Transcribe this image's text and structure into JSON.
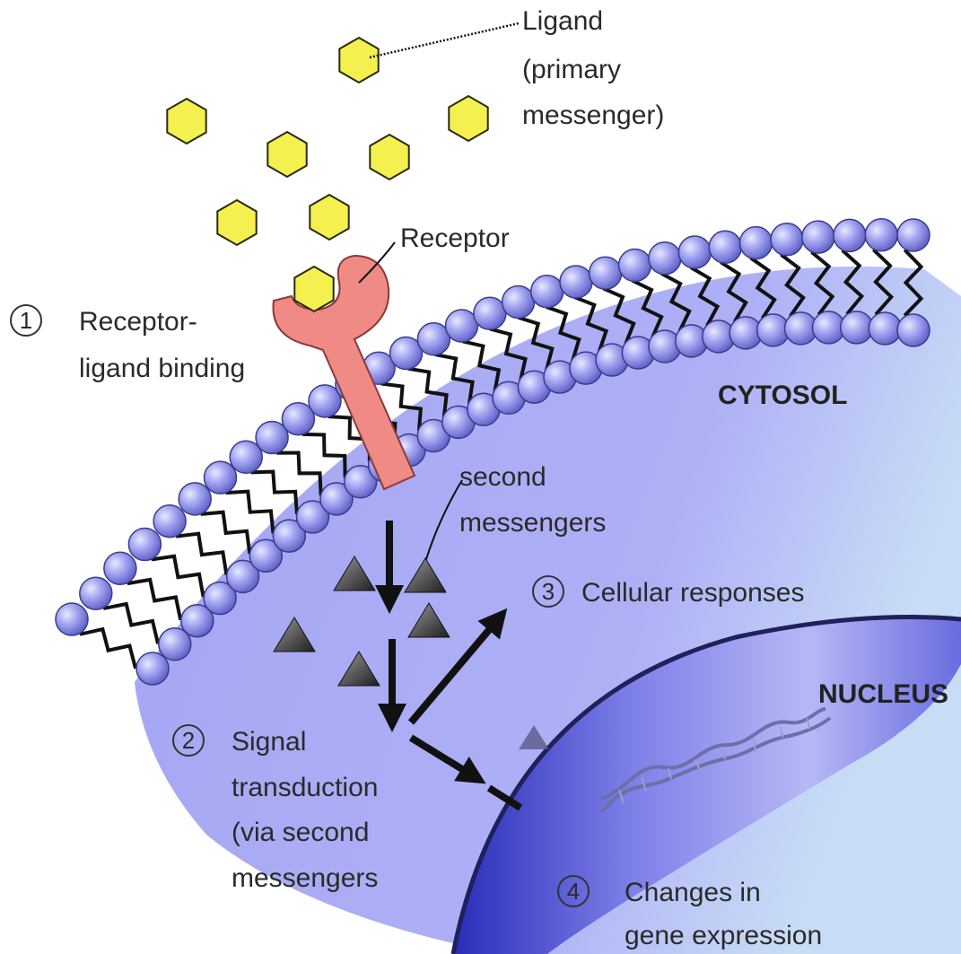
{
  "labels": {
    "ligand": [
      "Ligand",
      "(primary",
      "messenger)"
    ],
    "receptor": "Receptor",
    "step1": {
      "num": "1",
      "lines": [
        "Receptor-",
        "ligand binding"
      ]
    },
    "cytosol": "CYTOSOL",
    "second_messengers": [
      "second",
      "messengers"
    ],
    "step3": {
      "num": "3",
      "text": "Cellular responses"
    },
    "nucleus": "NUCLEUS",
    "step2": {
      "num": "2",
      "lines": [
        "Signal",
        "transduction",
        "(via second",
        "messengers"
      ]
    },
    "step4": {
      "num": "4",
      "lines": [
        "Changes in",
        "gene expression"
      ]
    }
  },
  "colors": {
    "ligand": "#f4f050",
    "ligand_stroke": "#2a2a10",
    "receptor": "#f08a84",
    "phospholipid_head": "#9a9cf0",
    "cytosol": "#a9aaf5",
    "nucleus": "#3a3cc8",
    "arrow": "#111111"
  }
}
